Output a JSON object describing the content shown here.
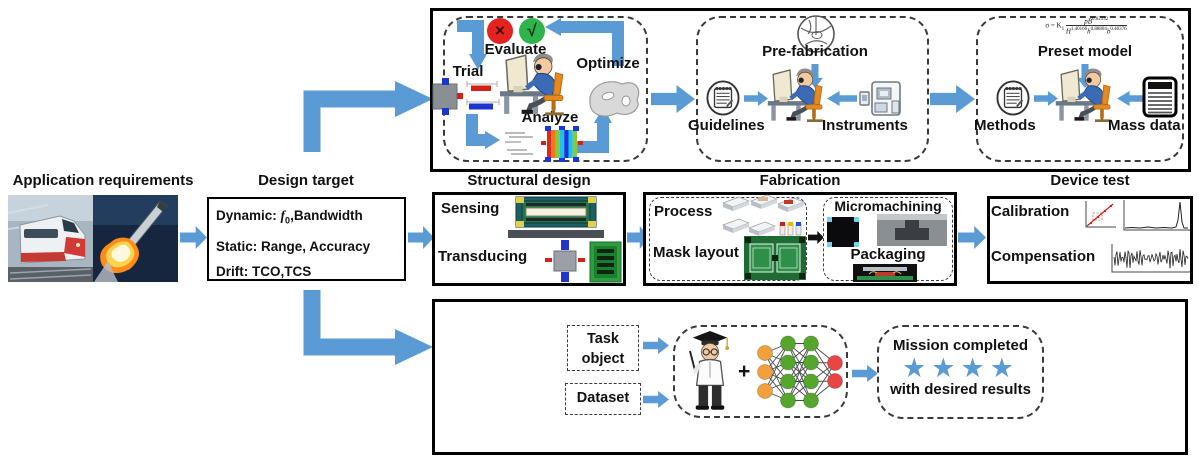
{
  "colors": {
    "arrow_blue": "#5b9bd5",
    "fail_red": "#e42320",
    "pass_green": "#2fb34d",
    "star_blue": "#5b9bd5",
    "nn_orange": "#f2a03c",
    "nn_green": "#56a62e",
    "nn_red": "#e84545"
  },
  "application": {
    "title": "Application requirements"
  },
  "design_target": {
    "title": "Design target",
    "dynamic_label": "Dynamic:",
    "dynamic_f": "f",
    "dynamic_sub": "0",
    "dynamic_rest": ",Bandwidth",
    "static_label": "Static:",
    "static_value": "Range, Accuracy",
    "drift_label": "Drift:",
    "drift_value": "TCO,TCS"
  },
  "iteration": {
    "trial": "Trial",
    "evaluate": "Evaluate",
    "optimize": "Optimize",
    "analyze": "Analyze",
    "fail_mark": "×",
    "pass_mark": "√"
  },
  "prefabrication": {
    "title": "Pre-fabrication",
    "guidelines": "Guidelines",
    "instruments": "Instruments"
  },
  "preset": {
    "title": "Preset model",
    "methods": "Methods",
    "mass_data": "Mass data",
    "formula": {
      "lhs": "σ = K",
      "lhs_sub": "1",
      "num_base": "pB",
      "num_exp": "0.62332",
      "den1_base": "H",
      "den1_exp": "1.40166",
      "den2_base": "h",
      "den2_exp": "0.88804",
      "den3_base": "b",
      "den3_exp": "0.40376"
    }
  },
  "structural": {
    "title": "Structural design",
    "sensing": "Sensing",
    "transducing": "Transducing"
  },
  "fabrication": {
    "title": "Fabrication",
    "process": "Process",
    "mask_layout": "Mask layout",
    "micromachining": "Micromachining",
    "packaging": "Packaging"
  },
  "device_test": {
    "title": "Device test",
    "calibration": "Calibration",
    "compensation": "Compensation"
  },
  "ml": {
    "task_object_line1": "Task",
    "task_object_line2": "object",
    "dataset": "Dataset",
    "plus": "+",
    "mission_line1": "Mission completed",
    "stars": "★★★★",
    "mission_line2": "with desired results",
    "nn_layers": [
      {
        "color": "#f2a03c",
        "n": 3
      },
      {
        "color": "#56a62e",
        "n": 4
      },
      {
        "color": "#56a62e",
        "n": 4
      },
      {
        "color": "#e84545",
        "n": 2
      }
    ]
  }
}
